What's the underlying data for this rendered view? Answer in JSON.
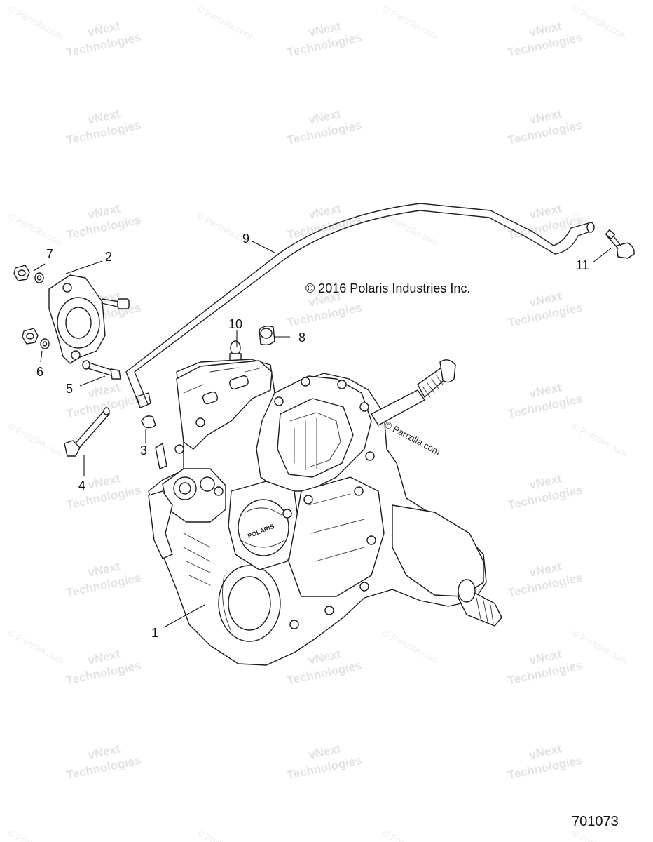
{
  "copyright": "© 2016 Polaris Industries Inc.",
  "diagram_id": "701073",
  "watermark": {
    "line1": "vNext",
    "line2": "Technologies",
    "partzilla": "© Partzilla.com"
  },
  "case_brand": "POLARIS",
  "callouts": [
    "1",
    "2",
    "3",
    "4",
    "5",
    "6",
    "7",
    "8",
    "9",
    "10",
    "11"
  ]
}
